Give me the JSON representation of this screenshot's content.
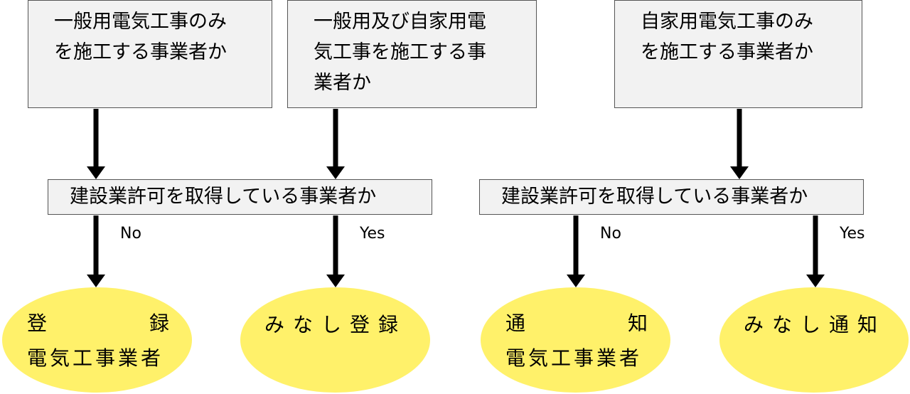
{
  "questions": {
    "general_only": "一般用電気工事のみ\nを施工する事業者か",
    "both": "一般用及び自家用電\n気工事を施工する事\n業者か",
    "private_only": "自家用電気工事のみ\nを施工する事業者か"
  },
  "license_question": {
    "left": "建設業許可を取得している事業者か",
    "right": "建設業許可を取得している事業者か"
  },
  "branch_labels": {
    "left_no": "No",
    "left_yes": "Yes",
    "right_no": "No",
    "right_yes": "Yes"
  },
  "outcomes": {
    "registration": {
      "line1_a": "登",
      "line1_b": "録",
      "line2": "電気工事業者"
    },
    "deemed_registration": "みなし登録",
    "notification": {
      "line1_a": "通",
      "line1_b": "知",
      "line2": "電気工事業者"
    },
    "deemed_notification": "みなし通知"
  },
  "colors": {
    "box_fill": "#f2f2f2",
    "box_border": "#555555",
    "outcome_fill": "#fff16a",
    "arrow": "#000000"
  }
}
